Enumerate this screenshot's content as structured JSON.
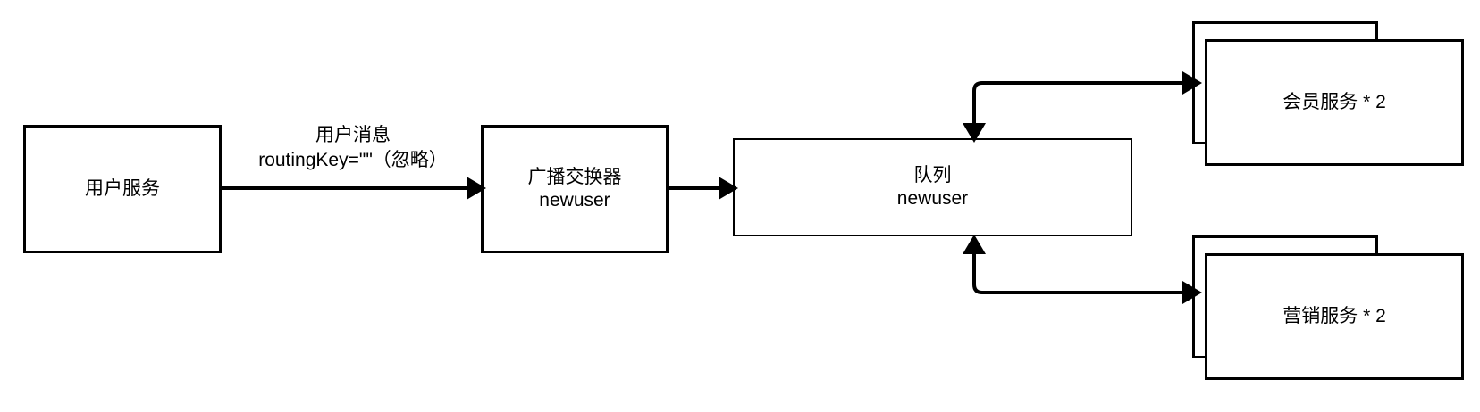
{
  "diagram": {
    "title": "RabbitMQ fanout exchange routing diagram",
    "background": "#ffffff",
    "stroke_color": "#000000",
    "nodes": {
      "user_service": {
        "line1": "用户服务",
        "line2": ""
      },
      "fanout_exchange": {
        "line1": "广播交换器",
        "line2": "newuser"
      },
      "queue": {
        "line1": "队列",
        "line2": "newuser"
      },
      "member_service": {
        "line1": "会员服务 * 2",
        "line2": ""
      },
      "marketing_service": {
        "line1": "营销服务 * 2",
        "line2": ""
      }
    },
    "edges": {
      "user_to_exchange": {
        "label_line1": "用户消息",
        "label_line2": "routingKey=\"\"（忽略）"
      },
      "exchange_to_queue": {
        "label_line1": "",
        "label_line2": ""
      },
      "queue_to_member": {
        "label_line1": "",
        "label_line2": ""
      },
      "queue_to_marketing": {
        "label_line1": "",
        "label_line2": ""
      }
    }
  }
}
